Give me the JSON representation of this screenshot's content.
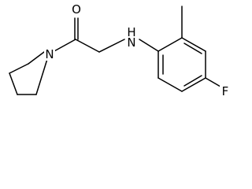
{
  "structure": {
    "atom_labels": {
      "oxygen": "O",
      "amine_nitrogen": "N",
      "amine_hydrogen": "H",
      "ring_nitrogen": "N",
      "fluorine": "F"
    },
    "colors": {
      "bond": "#000000",
      "label": "#000000",
      "background": "#ffffff"
    }
  }
}
